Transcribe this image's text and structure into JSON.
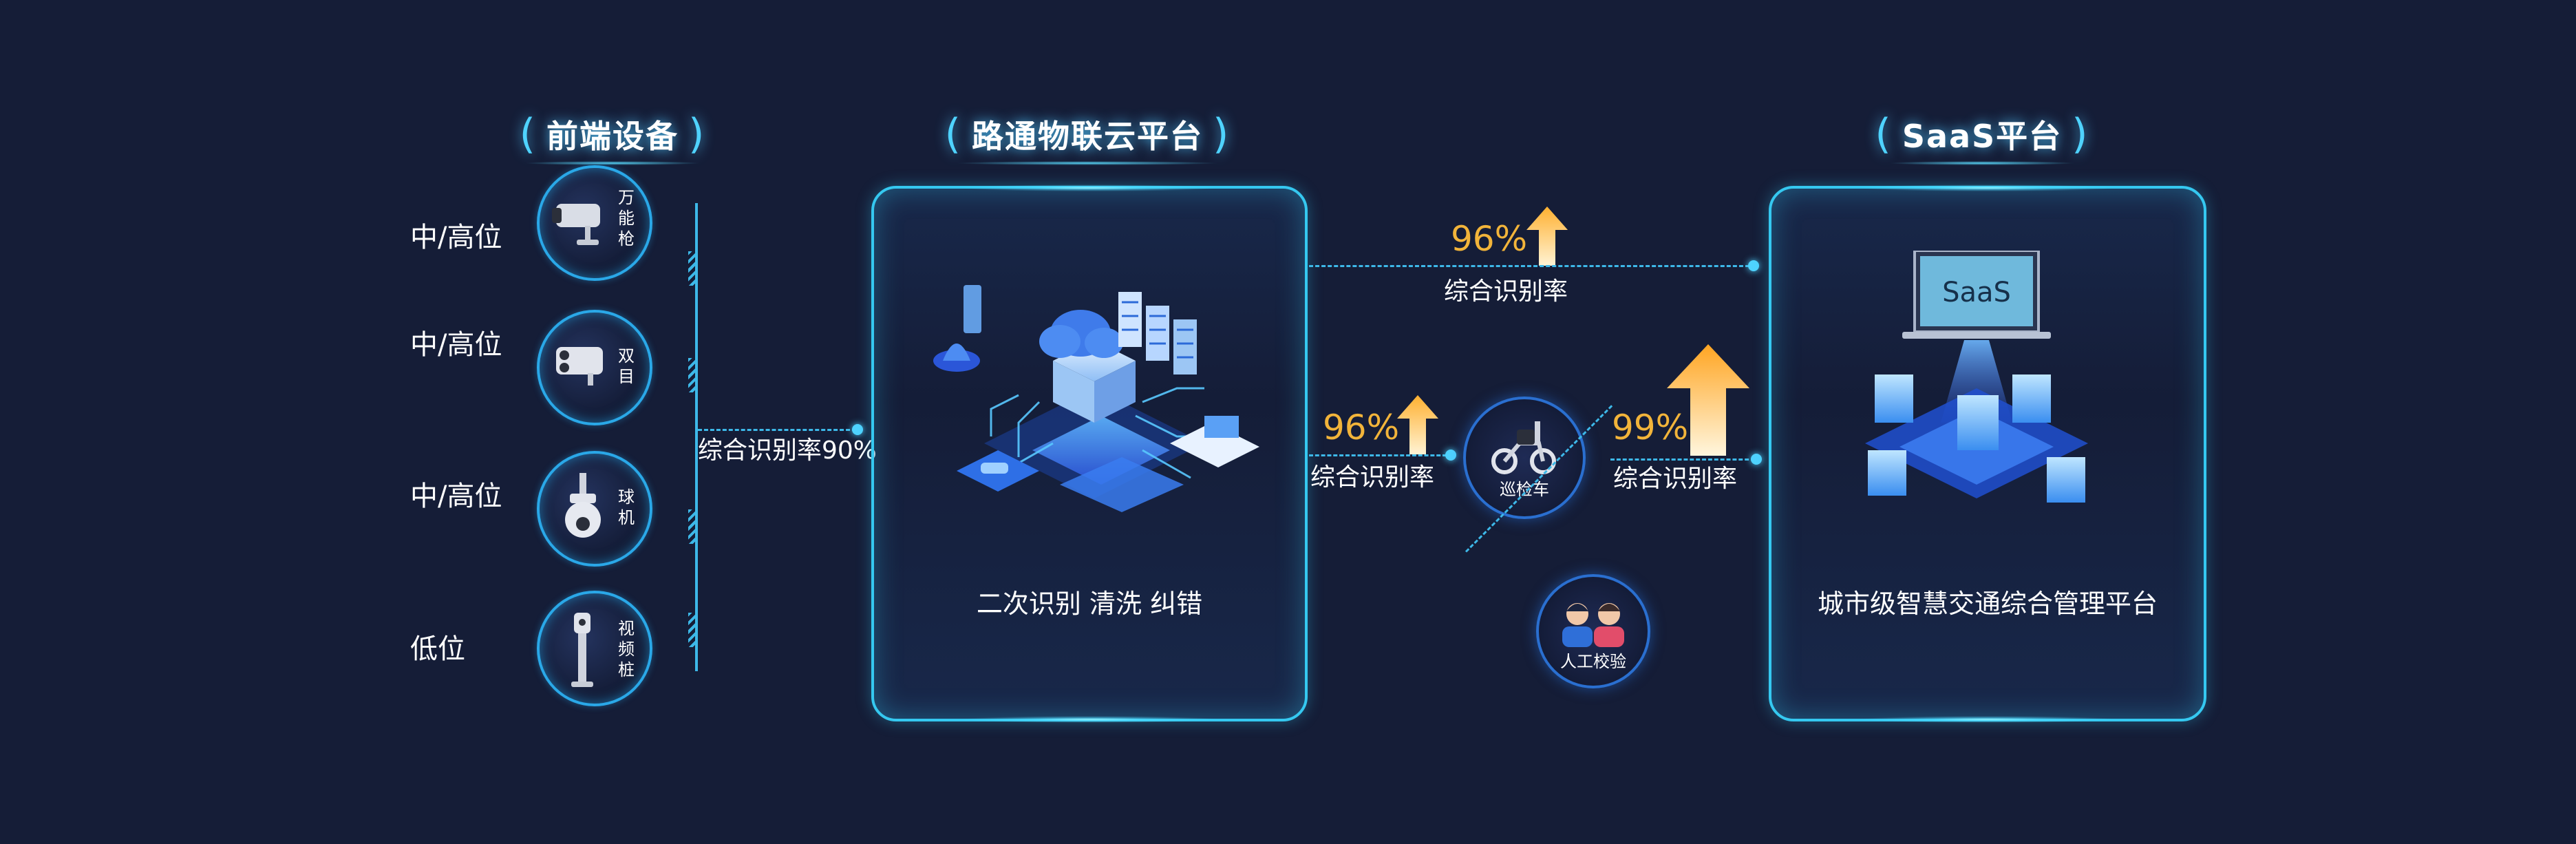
{
  "sections": {
    "front_end": "前端设备",
    "cloud": "路通物联云平台",
    "saas": "SaaS平台"
  },
  "devices": [
    {
      "position": "中/高位",
      "name": "万能枪"
    },
    {
      "position": "中/高位",
      "name": "双目"
    },
    {
      "position": "中/高位",
      "name": "球机"
    },
    {
      "position": "低位",
      "name": "视频桩"
    }
  ],
  "front_rate": "综合识别率90%",
  "cloud_caption": "二次识别  清洗  纠错",
  "top_link": {
    "pct": "96%",
    "label": "综合识别率"
  },
  "patrol": {
    "pct": "96%",
    "label": "综合识别率",
    "vehicle": "巡检车"
  },
  "manual": {
    "pct": "99%",
    "label": "综合识别率",
    "name": "人工校验"
  },
  "saas_screen": "SaaS",
  "saas_caption": "城市级智慧交通综合管理平台",
  "colors": {
    "accent": "#35c8f0",
    "percent": "#f2b43a",
    "background": "#151d37"
  }
}
